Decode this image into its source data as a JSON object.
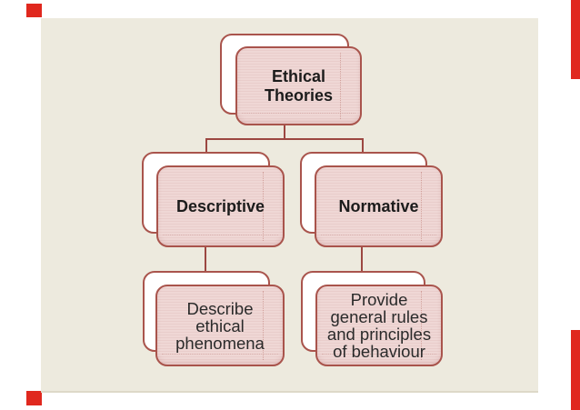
{
  "slide": {
    "description": "Presentation slide with a two-level hierarchy diagram of ethical theories",
    "palette": {
      "page_background": "#ffffff",
      "slide_background": "#edeade",
      "node_fill_pink": "#ecd2d0",
      "node_fill_stripe": "#e9cdcb",
      "node_border": "#a9544c",
      "back_panel_fill": "#ffffff",
      "connector_line": "#9c4741",
      "theme_crop_mark_red": "#e0281e",
      "heading_text": "#1c1c1c",
      "body_text": "#2a2a2a"
    }
  },
  "diagram": {
    "type": "hierarchy",
    "nodes": [
      {
        "id": "root",
        "label": "Ethical\nTheories",
        "emphasis": "bold"
      },
      {
        "id": "descriptive",
        "label": "Descriptive",
        "emphasis": "bold"
      },
      {
        "id": "normative",
        "label": "Normative",
        "emphasis": "bold"
      },
      {
        "id": "describe",
        "label": "Describe\nethical\nphenomena",
        "emphasis": "regular"
      },
      {
        "id": "provide",
        "label": "Provide\ngeneral rules\nand principles\nof behaviour",
        "emphasis": "regular"
      }
    ],
    "edges": [
      {
        "from": "root",
        "to": "descriptive"
      },
      {
        "from": "root",
        "to": "normative"
      },
      {
        "from": "descriptive",
        "to": "describe"
      },
      {
        "from": "normative",
        "to": "provide"
      }
    ]
  }
}
